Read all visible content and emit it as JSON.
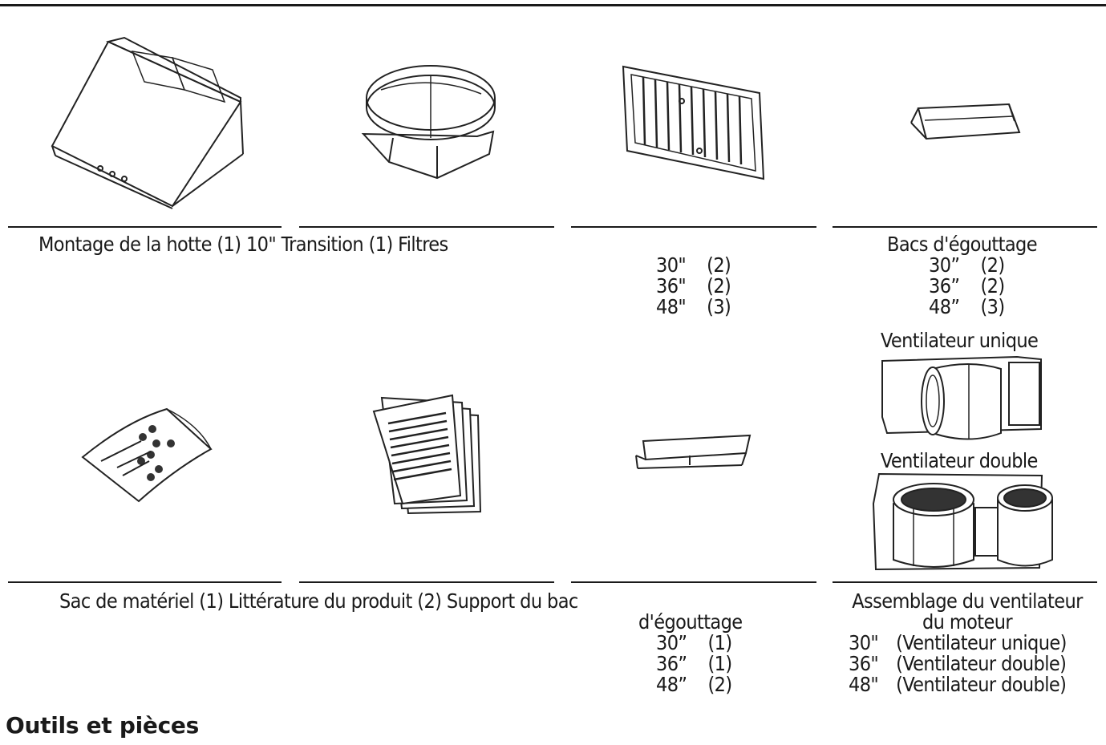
{
  "row1": {
    "caption_left": "Montage de la hotte (1) 10\" Transition (1)  Filtres",
    "filter_sizes": [
      {
        "size": "30\"",
        "qty": "(2)"
      },
      {
        "size": "36\"",
        "qty": "(2)"
      },
      {
        "size": "48\"",
        "qty": "(3)"
      }
    ],
    "drip_trays_title": "Bacs d'égouttage",
    "drip_tray_sizes": [
      {
        "size": "30”",
        "qty": "(2)"
      },
      {
        "size": "36”",
        "qty": "(2)"
      },
      {
        "size": "48”",
        "qty": "(3)"
      }
    ]
  },
  "row2": {
    "single_fan_label": "Ventilateur unique",
    "double_fan_label": "Ventilateur double",
    "caption_left": "Sac de matériel (1) Littérature du produit (2) Support du bac",
    "bracket_caption": "d'égouttage",
    "bracket_sizes": [
      {
        "size": "30”",
        "qty": "(1)"
      },
      {
        "size": "36”",
        "qty": "(1)"
      },
      {
        "size": "48”",
        "qty": "(2)"
      }
    ],
    "blower_title_line1": "Assemblage du ventilateur",
    "blower_title_line2": "du moteur",
    "blower_sizes": [
      {
        "size": "30\"",
        "qty": "(Ventilateur unique)"
      },
      {
        "size": "36\"",
        "qty": "(Ventilateur double)"
      },
      {
        "size": "48\"",
        "qty": "(Ventilateur double)"
      }
    ]
  },
  "section_title": "Outils et pièces"
}
